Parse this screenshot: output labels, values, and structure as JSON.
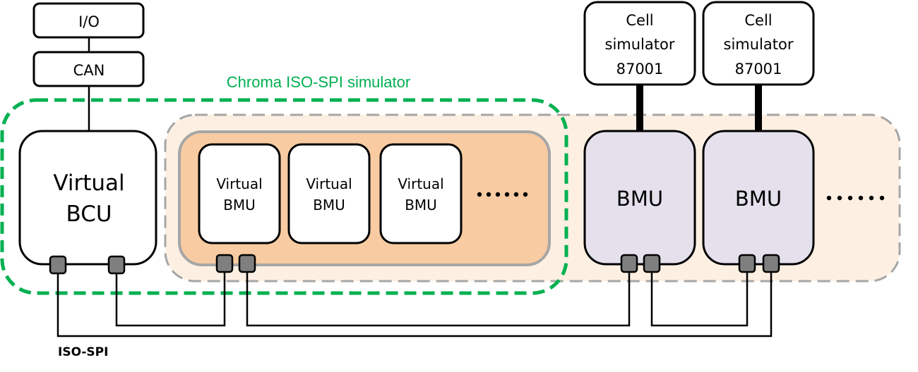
{
  "title": "Chroma ISO-SPI simulator",
  "colors": {
    "simulator_border": "#00b050",
    "physical_region_fill": "#fdf0e3",
    "physical_region_border": "#a6a6a6",
    "virtual_bmu_group_fill": "#f8cba2",
    "virtual_bmu_group_border": "#a6a6a6",
    "bmu_fill": "#e4e0ec",
    "port_fill": "#7f7f7f"
  },
  "blocks": {
    "io": "I/O",
    "can": "CAN",
    "virtual_bcu": [
      "Virtual",
      "BCU"
    ],
    "virtual_bmus": [
      [
        "Virtual",
        "BMU"
      ],
      [
        "Virtual",
        "BMU"
      ],
      [
        "Virtual",
        "BMU"
      ]
    ],
    "virtual_ellipsis": "……",
    "bmus": [
      "BMU",
      "BMU"
    ],
    "bmu_ellipsis": "……",
    "cell_simulators": [
      [
        "Cell",
        "simulator",
        "87001"
      ],
      [
        "Cell",
        "simulator",
        "87001"
      ]
    ]
  },
  "bus_label": "ISO-SPI"
}
